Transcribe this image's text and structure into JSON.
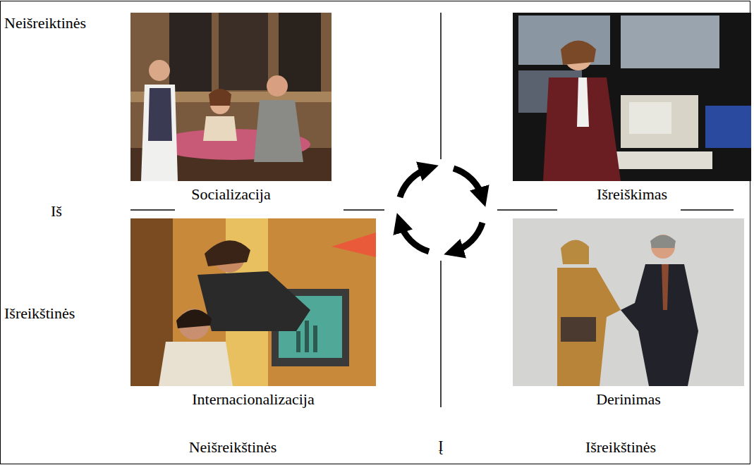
{
  "diagram": {
    "nodes": [
      {
        "text": [
          "Socializacija"
        ]
      },
      {
        "text": [
          "Išreiškimas"
        ]
      },
      {
        "text": [
          "Internacionalizacija"
        ]
      },
      {
        "text": [
          "Derinimas"
        ]
      }
    ],
    "labels": [
      "Neišreiktinės",
      "Iš",
      "Išreikštinės",
      "Neišreikštinės",
      "Į",
      "Išreikštinės"
    ]
  }
}
